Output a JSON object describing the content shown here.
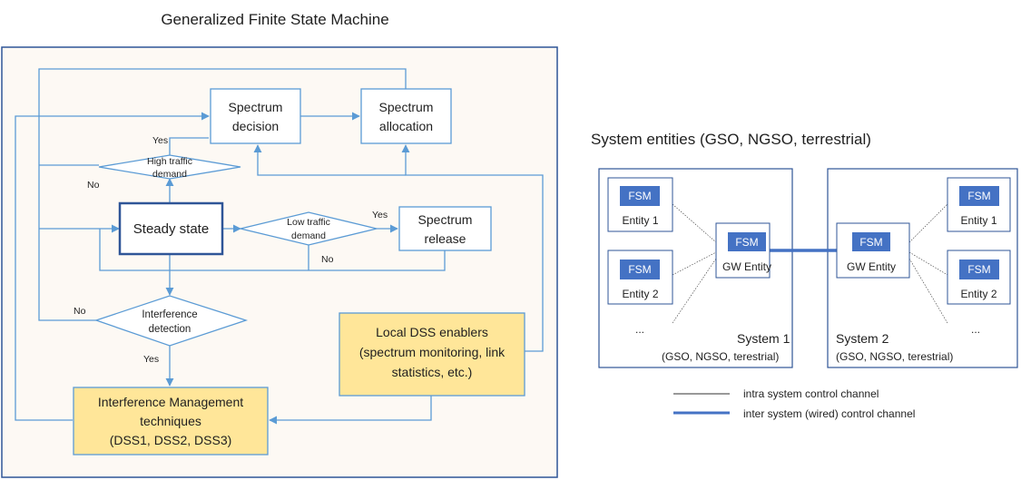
{
  "fsm_diagram": {
    "title": "Generalized Finite State Machine",
    "spectrum_decision": [
      "Spectrum",
      "decision"
    ],
    "spectrum_allocation": [
      "Spectrum",
      "allocation"
    ],
    "high_traffic": [
      "High traffic",
      "demand"
    ],
    "steady_state": "Steady state",
    "low_traffic": [
      "Low traffic",
      "demand"
    ],
    "spectrum_release": [
      "Spectrum",
      "release"
    ],
    "interference_detection": [
      "Interference",
      "detection"
    ],
    "local_dss": [
      "Local DSS enablers",
      "(spectrum monitoring, link",
      "statistics, etc.)"
    ],
    "interference_mgmt": [
      "Interference Management",
      "techniques",
      "(DSS1, DSS2, DSS3)"
    ],
    "labels": {
      "yes": "Yes",
      "no": "No"
    }
  },
  "entities_diagram": {
    "title": "System entities (GSO, NGSO, terrestrial)",
    "fsm_label": "FSM",
    "entity_1": "Entity 1",
    "entity_2": "Entity 2",
    "gw_entity": "GW Entity",
    "ellipsis": "...",
    "system1": {
      "name": "System 1",
      "subtitle": "(GSO, NGSO, terestrial)"
    },
    "system2": {
      "name": "System 2",
      "subtitle": "(GSO, NGSO, terestrial)"
    },
    "legend": {
      "intra": "intra system control channel",
      "inter": "inter system (wired) control channel"
    }
  },
  "colors": {
    "line_blue": "#5b9bd5",
    "border_dark_blue": "#2f5597",
    "fsm_chip": "#4472c4",
    "yellow_fill": "#ffe699",
    "panel_fill": "#fdf9f4"
  }
}
